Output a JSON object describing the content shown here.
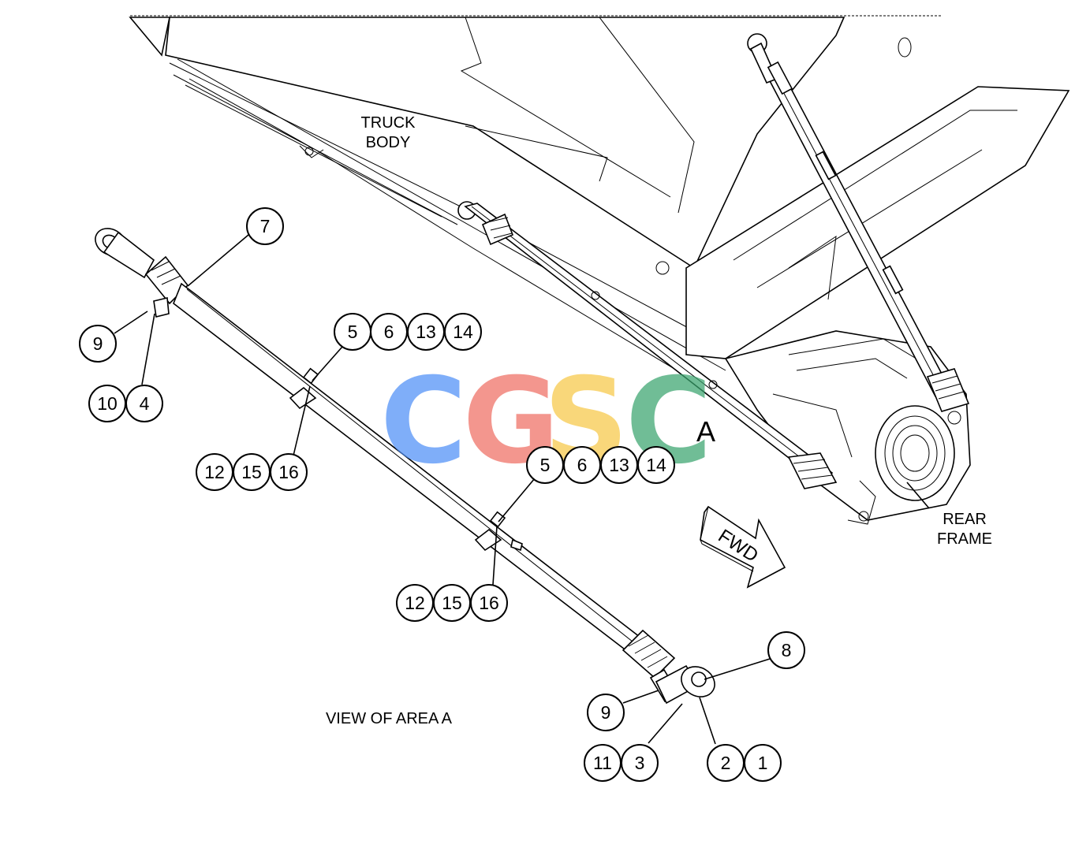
{
  "labels": {
    "truck_body_1": "TRUCK",
    "truck_body_2": "BODY",
    "rear_frame_1": "REAR",
    "rear_frame_2": "FRAME",
    "fwd": "FWD",
    "area_marker": "A",
    "view_caption": "VIEW OF AREA A"
  },
  "watermark": {
    "letters": [
      "C",
      "G",
      "S",
      "C"
    ],
    "colors": [
      "#4f8ff7",
      "#ef6f64",
      "#f7c948",
      "#3aa56e"
    ]
  },
  "callouts": [
    {
      "id": "c7",
      "num": "7"
    },
    {
      "id": "c9_top",
      "num": "9"
    },
    {
      "id": "c10_top",
      "num": "10"
    },
    {
      "id": "c4_top",
      "num": "4"
    },
    {
      "id": "c5_a",
      "num": "5"
    },
    {
      "id": "c6_a",
      "num": "6"
    },
    {
      "id": "c13_a",
      "num": "13"
    },
    {
      "id": "c14_a",
      "num": "14"
    },
    {
      "id": "c12_a",
      "num": "12"
    },
    {
      "id": "c15_a",
      "num": "15"
    },
    {
      "id": "c16_a",
      "num": "16"
    },
    {
      "id": "c5_b",
      "num": "5"
    },
    {
      "id": "c6_b",
      "num": "6"
    },
    {
      "id": "c13_b",
      "num": "13"
    },
    {
      "id": "c14_b",
      "num": "14"
    },
    {
      "id": "c12_b",
      "num": "12"
    },
    {
      "id": "c15_b",
      "num": "15"
    },
    {
      "id": "c16_b",
      "num": "16"
    },
    {
      "id": "c8",
      "num": "8"
    },
    {
      "id": "c9_bot",
      "num": "9"
    },
    {
      "id": "c11_bot",
      "num": "11"
    },
    {
      "id": "c3_bot",
      "num": "3"
    },
    {
      "id": "c2_bot",
      "num": "2"
    },
    {
      "id": "c1_bot",
      "num": "1"
    }
  ]
}
